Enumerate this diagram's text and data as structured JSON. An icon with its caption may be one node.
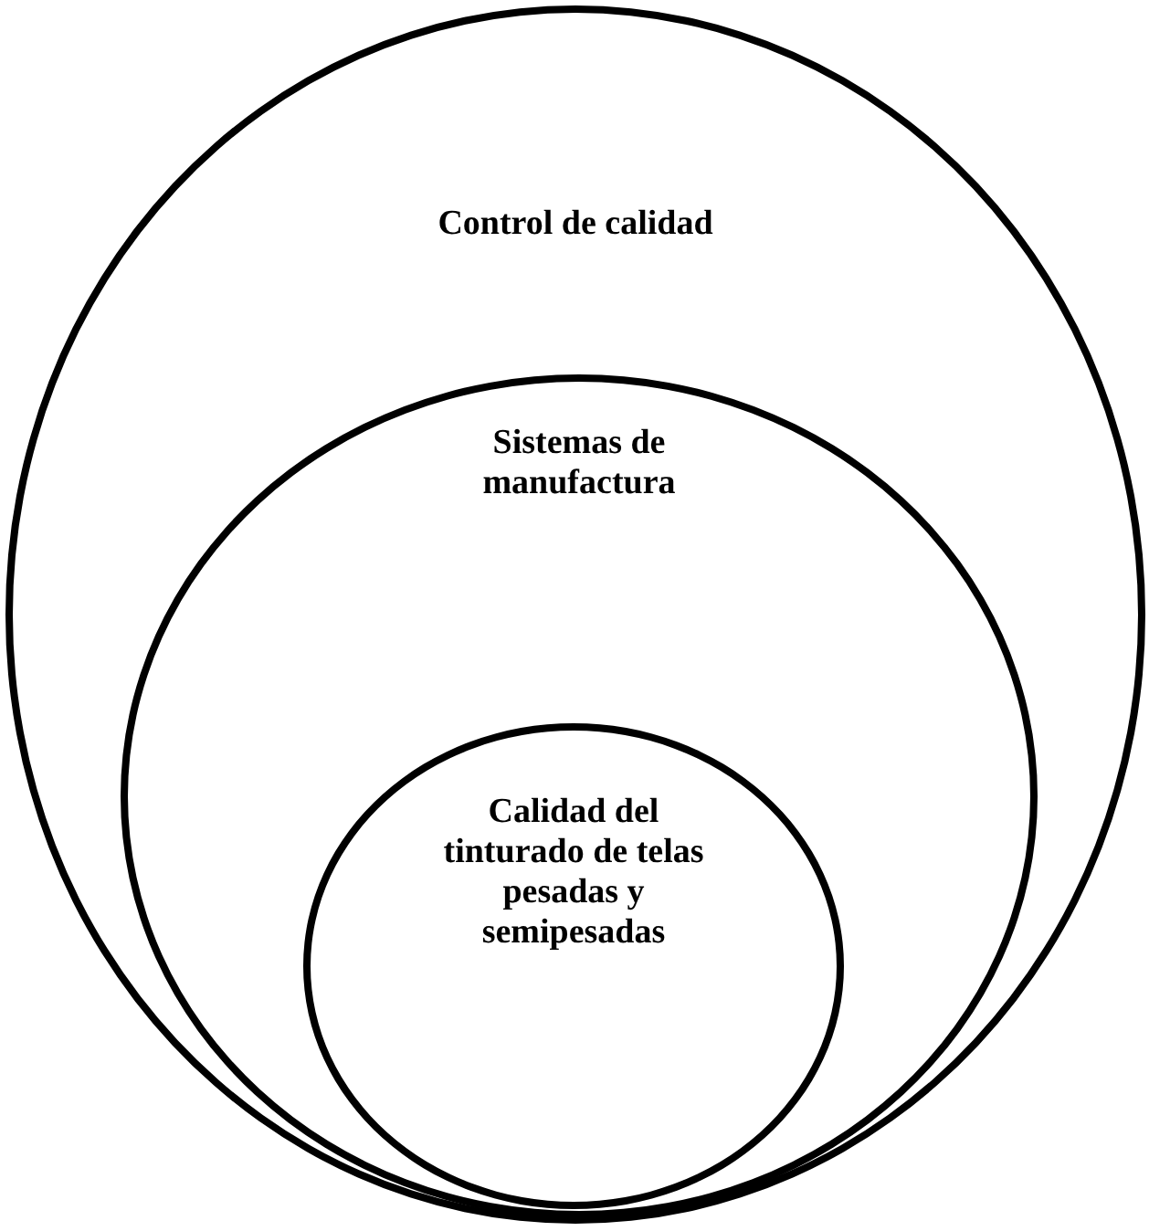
{
  "diagram": {
    "nodes": [
      {
        "text": [
          "Control de calidad"
        ]
      },
      {
        "text": [
          "Sistemas de manufactura"
        ],
        "in": 0
      },
      {
        "text": [
          "Calidad del tinturado de telas pesadas y semipesadas"
        ],
        "in": 1
      }
    ]
  }
}
